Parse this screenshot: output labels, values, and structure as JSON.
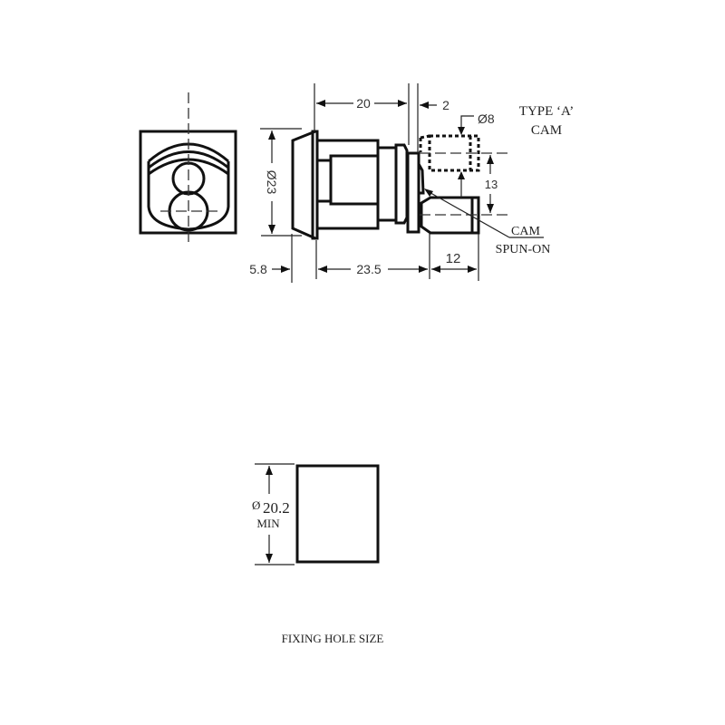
{
  "drawing": {
    "type_label_line1": "TYPE ‘A’",
    "type_label_line2": "CAM",
    "dimensions": {
      "length_body": "20",
      "plate_thickness": "2",
      "cam_diameter": "Ø8",
      "bezel_diameter": "Ø23",
      "cam_offset": "13",
      "bezel_depth": "5.8",
      "overall_length": "23.5",
      "cam_length": "12"
    },
    "callout": {
      "line1": "CAM",
      "line2": "SPUN-ON"
    },
    "fixing_hole": {
      "diameter": "20.2",
      "diameter_symbol": "Ø",
      "qualifier": "MIN",
      "caption": "FIXING HOLE SIZE"
    },
    "colors": {
      "line": "#111111",
      "background": "#ffffff"
    }
  }
}
